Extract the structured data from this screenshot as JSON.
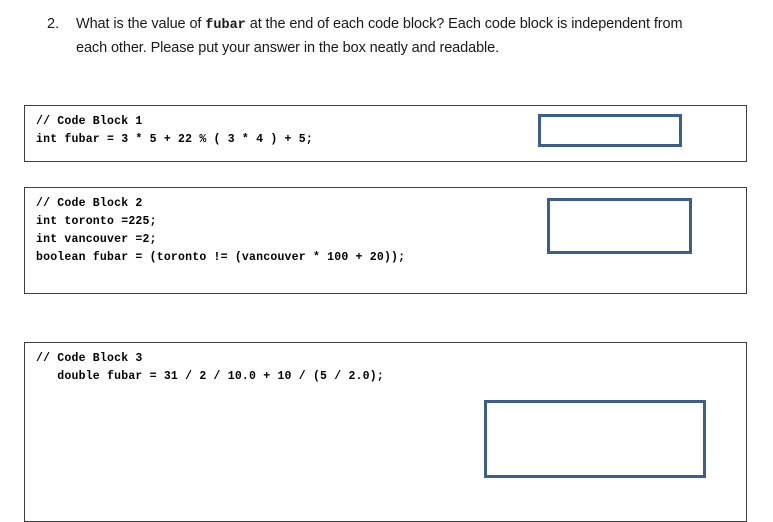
{
  "question": {
    "number": "2.",
    "text_before_code": "What is the value of ",
    "code_term": "fubar",
    "text_after_code": " at the end of each code block? Each code block is independent from each other. Please put your answer in the box neatly and readable."
  },
  "colors": {
    "answer_box_border": "#3a5f8c",
    "panel_border": "#3f3f3f",
    "page_background": "#ffffff",
    "text": "#1a1a1a"
  },
  "code_blocks": [
    {
      "id": "code-block-1",
      "comment": "// Code Block 1",
      "code": "// Code Block 1\nint fubar = 3 * 5 + 22 % ( 3 * 4 ) + 5;",
      "lines": [
        "// Code Block 1",
        "int fubar = 3 * 5 + 22 % ( 3 * 4 ) + 5;"
      ],
      "answer_value": ""
    },
    {
      "id": "code-block-2",
      "comment": "// Code Block 2",
      "code": "// Code Block 2\nint toronto =225;\nint vancouver =2;\nboolean fubar = (toronto != (vancouver * 100 + 20));",
      "lines": [
        "// Code Block 2",
        "int toronto =225;",
        "int vancouver =2;",
        "boolean fubar = (toronto != (vancouver * 100 + 20));"
      ],
      "answer_value": ""
    },
    {
      "id": "code-block-3",
      "comment": "// Code Block 3",
      "code": "// Code Block 3\n   double fubar = 31 / 2 / 10.0 + 10 / (5 / 2.0);",
      "lines": [
        "// Code Block 3",
        "   double fubar = 31 / 2 / 10.0 + 10 / (5 / 2.0);"
      ],
      "answer_value": ""
    }
  ]
}
